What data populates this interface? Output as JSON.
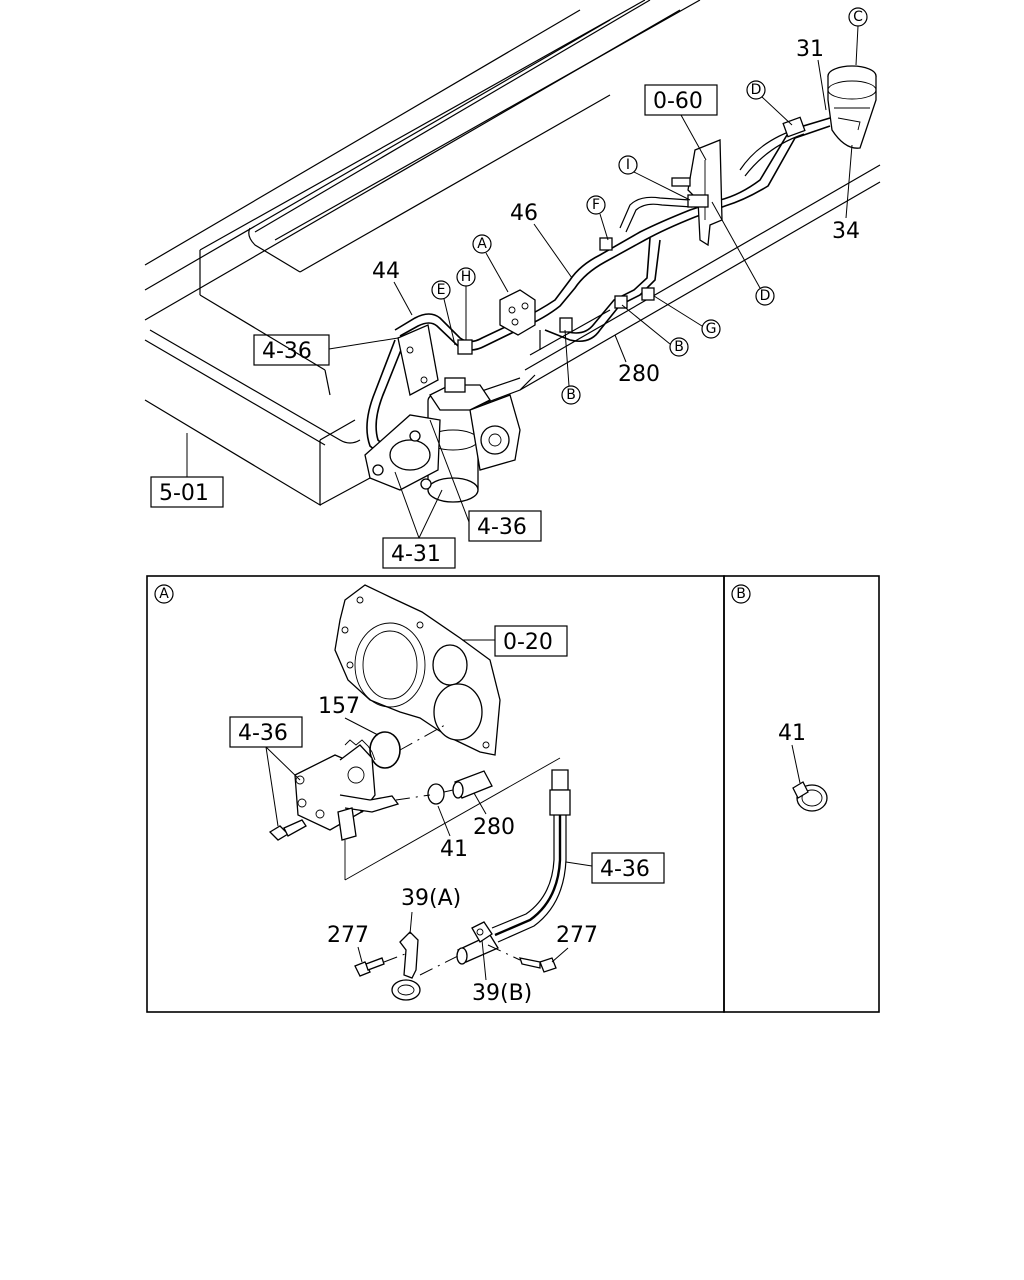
{
  "title": "",
  "callouts": {
    "c_A": "A",
    "c_B1": "B",
    "c_B2": "B",
    "c_C": "C",
    "c_D1": "D",
    "c_D2": "D",
    "c_E": "E",
    "c_F": "F",
    "c_G": "G",
    "c_H": "H",
    "c_I": "I"
  },
  "part_numbers": {
    "p31": "31",
    "p34": "34",
    "p46": "46",
    "p44": "44",
    "p280_top": "280",
    "p157": "157",
    "p41_a": "41",
    "p280_a": "280",
    "p39a": "39(A)",
    "p39b": "39(B)",
    "p277_l": "277",
    "p277_r": "277",
    "p41_b": "41"
  },
  "reference_boxes": {
    "r060": "0-60",
    "r436_top": "4-36",
    "r501": "5-01",
    "r436_mid": "4-36",
    "r431": "4-31",
    "r020": "0-20",
    "r436_a1": "4-36",
    "r436_a2": "4-36"
  },
  "detail_panels": {
    "panel_a_label": "A",
    "panel_b_label": "B"
  }
}
